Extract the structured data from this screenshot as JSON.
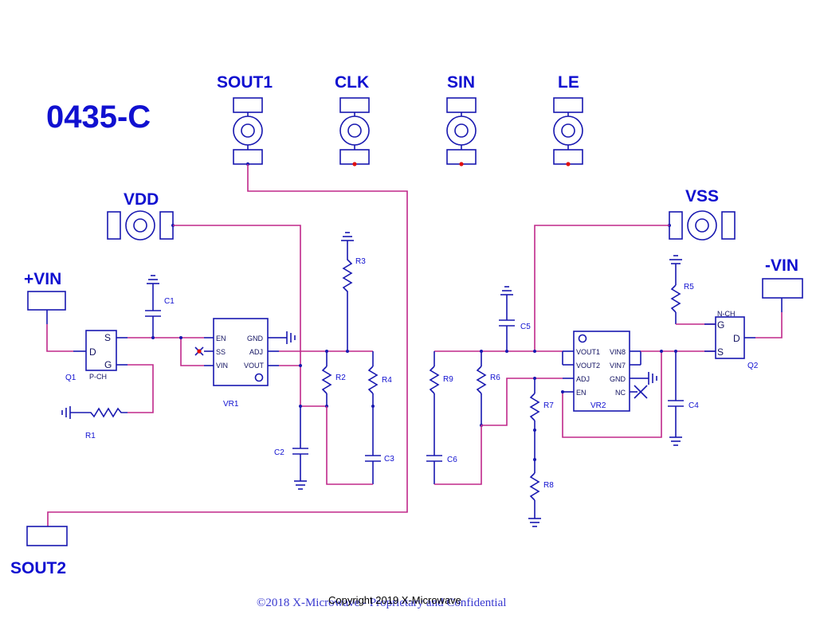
{
  "title": "0435-C",
  "connectors": {
    "sout1": "SOUT1",
    "clk": "CLK",
    "sin": "SIN",
    "le": "LE",
    "vdd": "VDD",
    "vss": "VSS",
    "vin_pos": "+VIN",
    "vin_neg": "-VIN",
    "sout2": "SOUT2"
  },
  "components": {
    "q1": {
      "ref": "Q1",
      "type": "P-CH",
      "pin_s": "S",
      "pin_d": "D",
      "pin_g": "G"
    },
    "q2": {
      "ref": "Q2",
      "type": "N-CH",
      "pin_s": "S",
      "pin_d": "D",
      "pin_g": "G"
    },
    "vr1": {
      "ref": "VR1",
      "pins": {
        "en": "EN",
        "ss": "SS",
        "vin": "VIN",
        "gnd": "GND",
        "adj": "ADJ",
        "vout": "VOUT"
      }
    },
    "vr2": {
      "ref": "VR2",
      "pins": {
        "vout1": "VOUT1",
        "vout2": "VOUT2",
        "adj": "ADJ",
        "en": "EN",
        "vin8": "VIN8",
        "vin7": "VIN7",
        "gnd": "GND",
        "nc": "NC"
      }
    },
    "resistors": {
      "r1": "R1",
      "r2": "R2",
      "r3": "R3",
      "r4": "R4",
      "r5": "R5",
      "r6": "R6",
      "r7": "R7",
      "r8": "R8",
      "r9": "R9"
    },
    "capacitors": {
      "c1": "C1",
      "c2": "C2",
      "c3": "C3",
      "c4": "C4",
      "c5": "C5",
      "c6": "C6"
    }
  },
  "footer": {
    "copyright": "©2018 X-Microwave - Proprietary and Confidential",
    "overlay": "Copyright 2019 X-Microwave"
  },
  "colors": {
    "text": "#1010d0",
    "wire": "#c0288a",
    "symbol": "#1818b0",
    "no_connect": "#e01010"
  }
}
